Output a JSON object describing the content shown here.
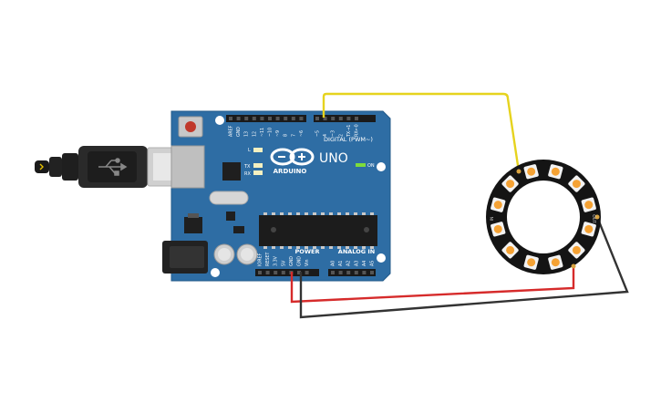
{
  "board": {
    "brand": "ARDUINO",
    "model": "UNO",
    "on_label": "ON",
    "led_l": "L",
    "led_tx": "TX",
    "led_rx": "RX",
    "digital_header": "DIGITAL (PWM~)",
    "power_header": "POWER",
    "analog_header": "ANALOG IN",
    "digital_pins": [
      "AREF",
      "GND",
      "13",
      "12",
      "~11",
      "~10",
      "~9",
      "8",
      "7",
      "~6",
      "~5",
      "4",
      "~3",
      "2",
      "TX→1",
      "RX←0"
    ],
    "power_pins": [
      "IOREF",
      "RESET",
      "3.3V",
      "5V",
      "GND",
      "GND",
      "Vin"
    ],
    "analog_pins": [
      "A0",
      "A1",
      "A2",
      "A3",
      "A4",
      "A5"
    ]
  },
  "ring": {
    "pin_in": "IN",
    "pin_out": "OUT",
    "pixel_count": 12
  },
  "colors": {
    "board_blue": "#2e6da4",
    "wire_signal": "#e6d31e",
    "wire_power": "#d62b2b",
    "wire_ground": "#333333",
    "led_orange": "#f5a234"
  }
}
